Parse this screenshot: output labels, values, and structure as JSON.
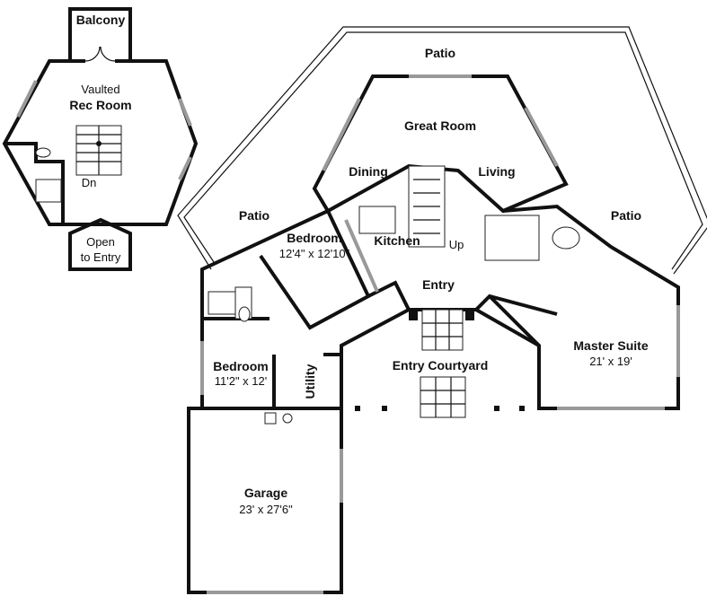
{
  "upper_floor": {
    "balcony": "Balcony",
    "rec_room_line1": "Vaulted",
    "rec_room_line2": "Rec Room",
    "stairs_down": "Dn",
    "open_line1": "Open",
    "open_line2": "to Entry"
  },
  "main_floor": {
    "patio_top": "Patio",
    "patio_left": "Patio",
    "patio_right": "Patio",
    "great_room": "Great Room",
    "dining": "Dining",
    "living": "Living",
    "kitchen": "Kitchen",
    "stairs_up": "Up",
    "entry": "Entry",
    "bedroom1": {
      "name": "Bedroom",
      "size": "12'4\" x 12'10\""
    },
    "bedroom2": {
      "name": "Bedroom",
      "size": "11'2\" x 12'"
    },
    "utility": "Utility",
    "entry_courtyard": "Entry Courtyard",
    "master_suite": {
      "name": "Master Suite",
      "size": "21' x 19'"
    },
    "garage": {
      "name": "Garage",
      "size": "23' x 27'6\""
    }
  }
}
